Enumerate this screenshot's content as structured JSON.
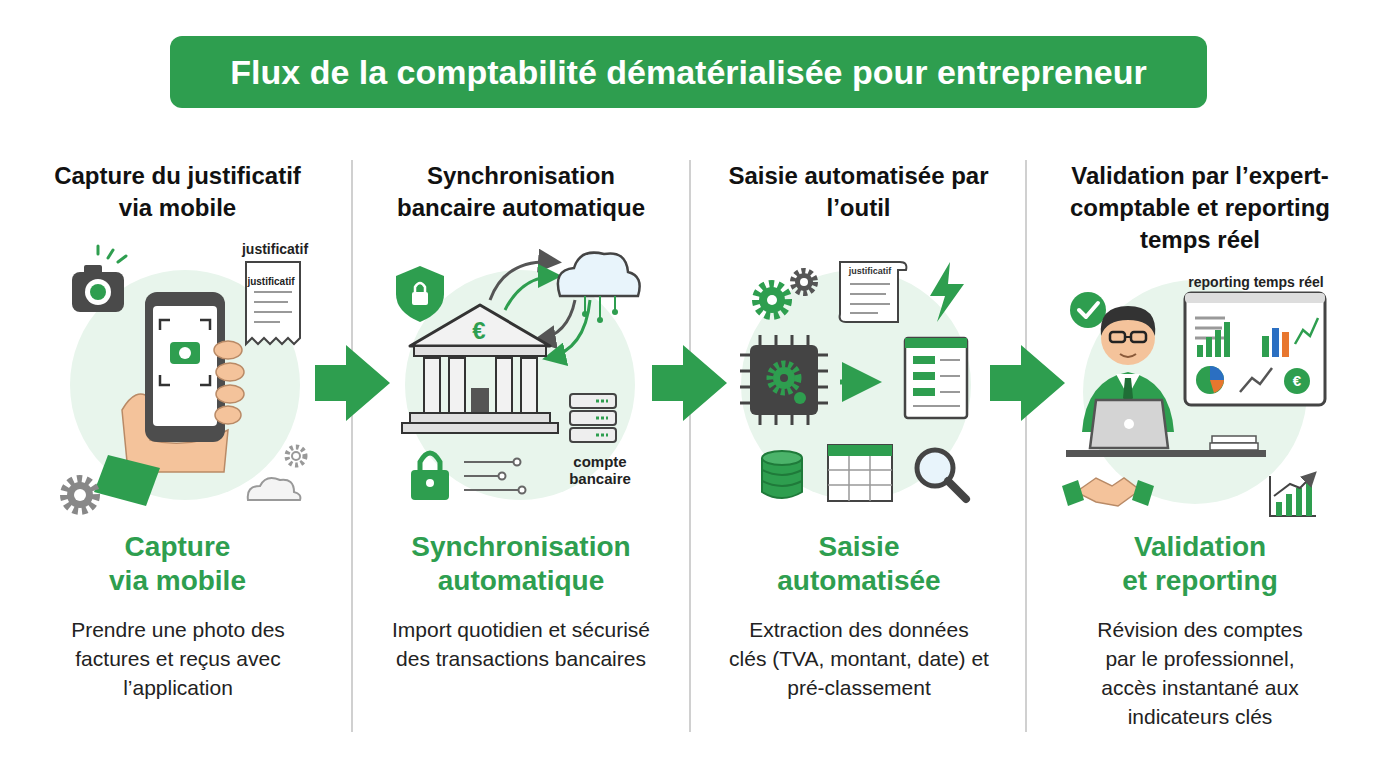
{
  "diagram": {
    "title": "Flux de la comptabilité dématérialisée pour entrepreneur",
    "nodes": [
      {
        "text": [
          "Capture du justificatif via mobile",
          "Capture via mobile",
          "Prendre une photo des factures et reçus avec l’application"
        ]
      },
      {
        "text": [
          "Synchronisation bancaire automatique",
          "Synchronisation automatique",
          "Import quotidien et sécurisé des transactions bancaires"
        ]
      },
      {
        "text": [
          "Saisie automatisée par l’outil",
          "Saisie automatisée",
          "Extraction des données clés (TVA, montant, date) et pré-classement"
        ]
      },
      {
        "text": [
          "Validation par l’expert-comptable et reporting temps réel",
          "Validation et reporting",
          "Révision des comptes par le professionnel, accès instantané aux indicateurs clés"
        ]
      }
    ],
    "edges": [
      {
        "from": 0,
        "to": 1,
        "arrow": "to"
      },
      {
        "from": 1,
        "to": 2,
        "arrow": "to"
      },
      {
        "from": 2,
        "to": 3,
        "arrow": "to"
      }
    ],
    "labels": [
      "justificatif",
      "justificatif",
      "€",
      "compte bancaire",
      "justificatif",
      "reporting temps réel",
      "€"
    ]
  }
}
